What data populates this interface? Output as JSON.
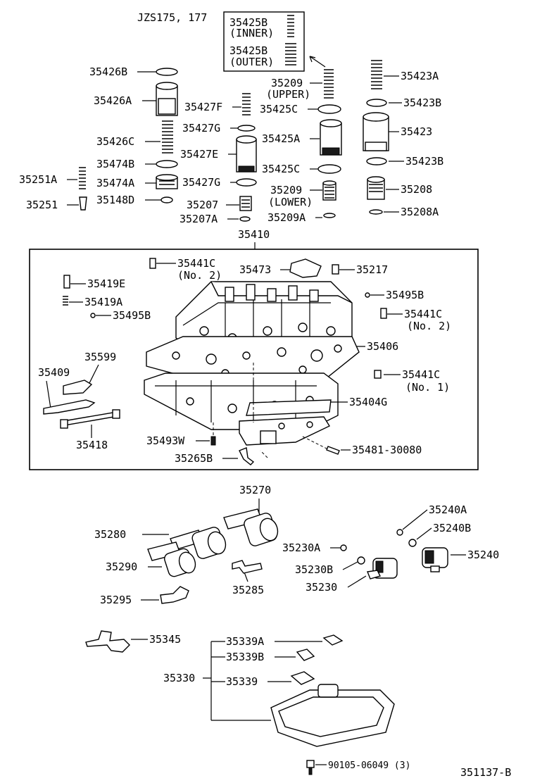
{
  "title": "351137-B",
  "model_note": "JZS175, 177",
  "labels": {
    "p35425B_inner_num": "35425B",
    "p35425B_inner_tag": "(INNER)",
    "p35425B_outer_num": "35425B",
    "p35425B_outer_tag": "(OUTER)",
    "p35426B": "35426B",
    "p35426A": "35426A",
    "p35426C": "35426C",
    "p35474B": "35474B",
    "p35474A": "35474A",
    "p35148D": "35148D",
    "p35251A": "35251A",
    "p35251": "35251",
    "p35427F": "35427F",
    "p35427G_1": "35427G",
    "p35427E": "35427E",
    "p35427G_2": "35427G",
    "p35207": "35207",
    "p35207A": "35207A",
    "p35209_upper": "35209",
    "p35209_upper_tag": "(UPPER)",
    "p35425C_1": "35425C",
    "p35425A": "35425A",
    "p35425C_2": "35425C",
    "p35209_lower": "35209",
    "p35209_lower_tag": "(LOWER)",
    "p35209A": "35209A",
    "p35423A": "35423A",
    "p35423B_1": "35423B",
    "p35423": "35423",
    "p35423B_2": "35423B",
    "p35208": "35208",
    "p35208A": "35208A",
    "p35410": "35410",
    "p35441C_top": "35441C",
    "p35441C_top_tag": "(No. 2)",
    "p35473": "35473",
    "p35217": "35217",
    "p35419E": "35419E",
    "p35419A": "35419A",
    "p35495B_left": "35495B",
    "p35495B_right": "35495B",
    "p35441C_mid": "35441C",
    "p35441C_mid_tag": "(No. 2)",
    "p35406": "35406",
    "p35599": "35599",
    "p35409": "35409",
    "p35441C_low": "35441C",
    "p35441C_low_tag": "(No. 1)",
    "p35404G": "35404G",
    "p35418": "35418",
    "p35493W": "35493W",
    "p35481": "35481-30080",
    "p35265B": "35265B",
    "p35270": "35270",
    "p35280": "35280",
    "p35290": "35290",
    "p35295": "35295",
    "p35285": "35285",
    "p35240A": "35240A",
    "p35240B": "35240B",
    "p35240": "35240",
    "p35230A": "35230A",
    "p35230B": "35230B",
    "p35230": "35230",
    "p35345": "35345",
    "p35339A": "35339A",
    "p35339B": "35339B",
    "p35330": "35330",
    "p35339": "35339",
    "p90105": "90105-06049 (3)"
  }
}
